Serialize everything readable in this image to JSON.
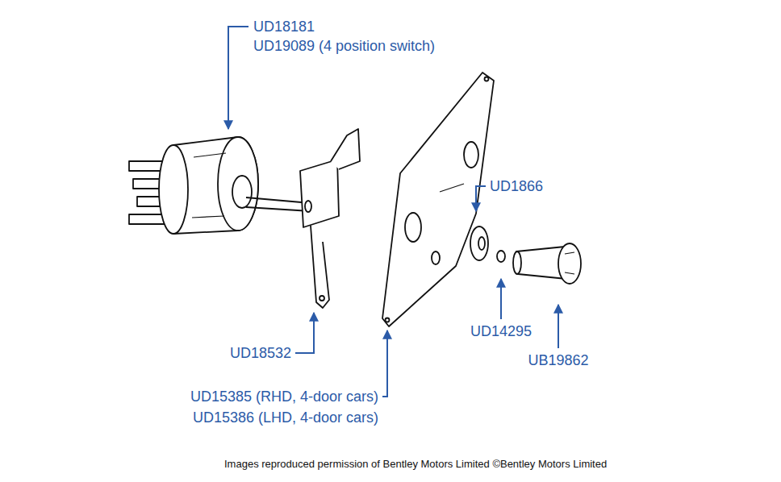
{
  "diagram": {
    "labels": [
      "UD18181",
      "UD19089 (4 position switch)",
      "UD1866",
      "UD18532",
      "UD14295",
      "UB19862",
      "UD15385 (RHD, 4-door cars)",
      "UD15386 (LHD, 4-door cars)",
      "Images reproduced permission of Bentley Motors Limited ©Bentley Motors Limited"
    ]
  }
}
